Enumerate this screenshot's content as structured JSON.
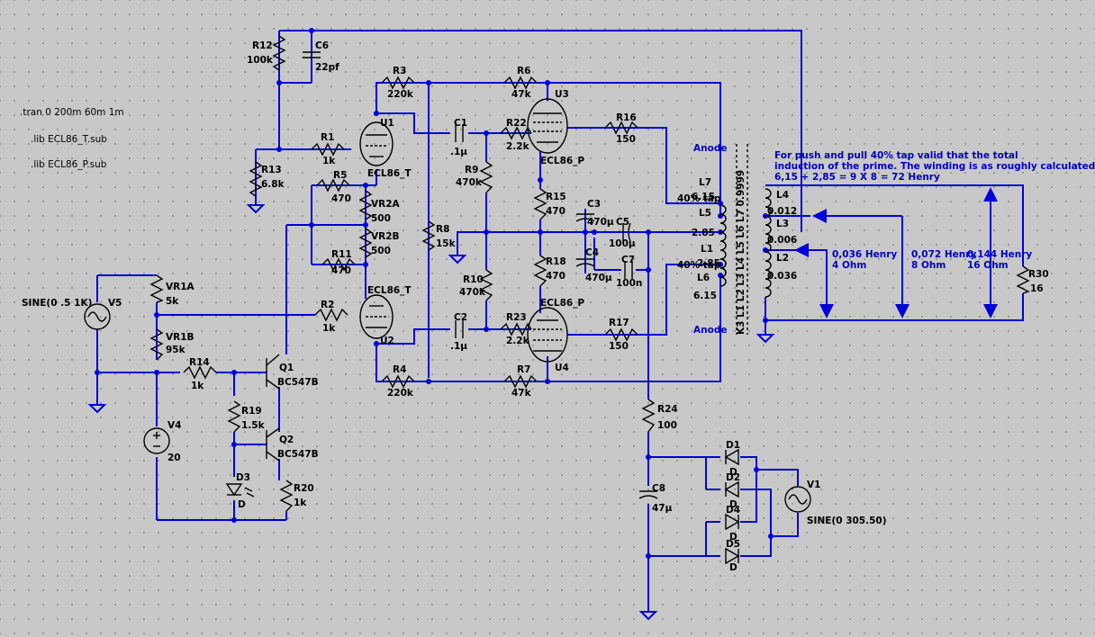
{
  "directives": [
    ".tran 0 200m 60m 1m",
    ".lib ECL86_T.sub",
    ".lib ECL86_P.sub"
  ],
  "components": {
    "R12": {
      "ref": "R12",
      "val": "100k"
    },
    "C6": {
      "ref": "C6",
      "val": "22pf"
    },
    "R3": {
      "ref": "R3",
      "val": "220k"
    },
    "R6": {
      "ref": "R6",
      "val": "47k"
    },
    "R13": {
      "ref": "R13",
      "val": "6.8k"
    },
    "R1": {
      "ref": "R1",
      "val": "1k"
    },
    "U1": {
      "ref": "U1",
      "val": "ECL86_T"
    },
    "U2": {
      "ref": "U2",
      "val": "ECL86_T"
    },
    "U3": {
      "ref": "U3",
      "val": "ECL86_P"
    },
    "U4": {
      "ref": "U4",
      "val": "ECL86_P"
    },
    "C1": {
      "ref": "C1",
      "val": ".1µ"
    },
    "C2": {
      "ref": "C2",
      "val": ".1µ"
    },
    "R22": {
      "ref": "R22",
      "val": "2.2k"
    },
    "R23": {
      "ref": "R23",
      "val": "2.2k"
    },
    "R16": {
      "ref": "R16",
      "val": "150"
    },
    "R17": {
      "ref": "R17",
      "val": "150"
    },
    "R9": {
      "ref": "R9",
      "val": "470k"
    },
    "R10": {
      "ref": "R10",
      "val": "470k"
    },
    "R5": {
      "ref": "R5",
      "val": "470"
    },
    "R11": {
      "ref": "R11",
      "val": "470"
    },
    "VR2A": {
      "ref": "VR2A",
      "val": "500"
    },
    "VR2B": {
      "ref": "VR2B",
      "val": "500"
    },
    "R8": {
      "ref": "R8",
      "val": "15k"
    },
    "R15": {
      "ref": "R15",
      "val": "470"
    },
    "R18": {
      "ref": "R18",
      "val": "470"
    },
    "C3": {
      "ref": "C3",
      "val": "470µ"
    },
    "C4": {
      "ref": "C4",
      "val": "470µ"
    },
    "C5": {
      "ref": "C5",
      "val": "100µ"
    },
    "C7": {
      "ref": "C7",
      "val": "100n"
    },
    "VR1A": {
      "ref": "VR1A",
      "val": "5k"
    },
    "VR1B": {
      "ref": "VR1B",
      "val": "95k"
    },
    "V5": {
      "ref": "V5",
      "val": "SINE(0 .5 1K)"
    },
    "R2": {
      "ref": "R2",
      "val": "1k"
    },
    "R14": {
      "ref": "R14",
      "val": "1k"
    },
    "Q1": {
      "ref": "Q1",
      "val": "BC547B"
    },
    "Q2": {
      "ref": "Q2",
      "val": "BC547B"
    },
    "R19": {
      "ref": "R19",
      "val": "1.5k"
    },
    "R20": {
      "ref": "R20",
      "val": "1k"
    },
    "D3": {
      "ref": "D3",
      "val": "D"
    },
    "V4": {
      "ref": "V4",
      "val": "20"
    },
    "R4": {
      "ref": "R4",
      "val": "220k"
    },
    "R7": {
      "ref": "R7",
      "val": "47k"
    },
    "R24": {
      "ref": "R24",
      "val": "100"
    },
    "C8": {
      "ref": "C8",
      "val": "47µ"
    },
    "D1": {
      "ref": "D1",
      "val": "D"
    },
    "D2": {
      "ref": "D2",
      "val": "D"
    },
    "D4": {
      "ref": "D4",
      "val": "D"
    },
    "D5": {
      "ref": "D5",
      "val": "D"
    },
    "V1": {
      "ref": "V1",
      "val": "SINE(0 305.50)"
    },
    "R30": {
      "ref": "R30",
      "val": "16"
    },
    "L7": {
      "ref": "L7",
      "val": "6.15"
    },
    "L5": {
      "ref": "L5",
      "val": "2.85"
    },
    "L1": {
      "ref": "L1",
      "val": "2.85"
    },
    "L6": {
      "ref": "L6",
      "val": "6.15"
    },
    "L4": {
      "ref": "L4",
      "val": "0.012"
    },
    "L3": {
      "ref": "L3",
      "val": "0.006"
    },
    "L2": {
      "ref": "L2",
      "val": "0.036"
    }
  },
  "transformer": {
    "anode_top": "Anode",
    "anode_bottom": "Anode",
    "tap_top": "40% tap",
    "tap_bottom": "40% tap",
    "coupling": "K3 L1 L2 L3 L4 L5 L6 L7 0.9999"
  },
  "notes": {
    "line1": "For push and pull 40% tap valid that the total",
    "line2": "induction of the prime. The winding is as roughly calculated below",
    "line3": "6,15 + 2,85 = 9 X 8 = 72 Henry"
  },
  "annotations": {
    "h036": "0,036 Henry",
    "o4": "4 Ohm",
    "h072": "0,072 Henry",
    "o8": "8 Ohm",
    "h144": "0,144 Henry",
    "o16": "16 Ohm"
  }
}
